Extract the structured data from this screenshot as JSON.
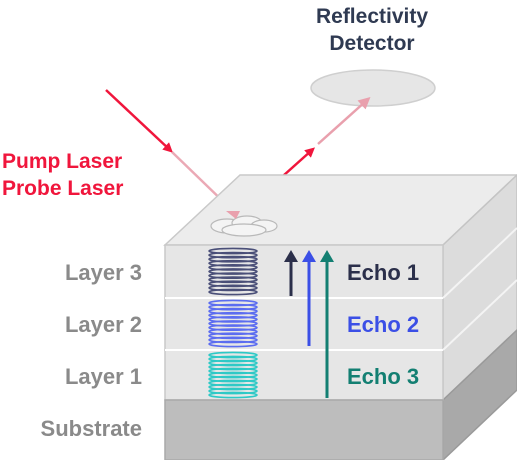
{
  "detector": {
    "line1": "Reflectivity",
    "line2": "Detector"
  },
  "laser": {
    "pump": "Pump Laser",
    "probe": "Probe Laser"
  },
  "layers": [
    {
      "key": "layer3",
      "label": "Layer 3"
    },
    {
      "key": "layer2",
      "label": "Layer 2"
    },
    {
      "key": "layer1",
      "label": "Layer 1"
    },
    {
      "key": "substrate",
      "label": "Substrate"
    }
  ],
  "echoes": [
    {
      "label": "Echo 1",
      "color": "#2b2f4a"
    },
    {
      "label": "Echo 2",
      "color": "#3b4fe6"
    },
    {
      "label": "Echo 3",
      "color": "#137f72"
    }
  ],
  "colors": {
    "laser": "#f0163c",
    "wave_layer3": "#4a4f78",
    "wave_layer2": "#5b6cf0",
    "wave_layer1": "#2ec9c6",
    "block_top": "#e9e9e9",
    "block_layer": "#e4e4e4",
    "block_substrate": "#bdbdbd",
    "detector_fill": "#e6e6e6"
  }
}
